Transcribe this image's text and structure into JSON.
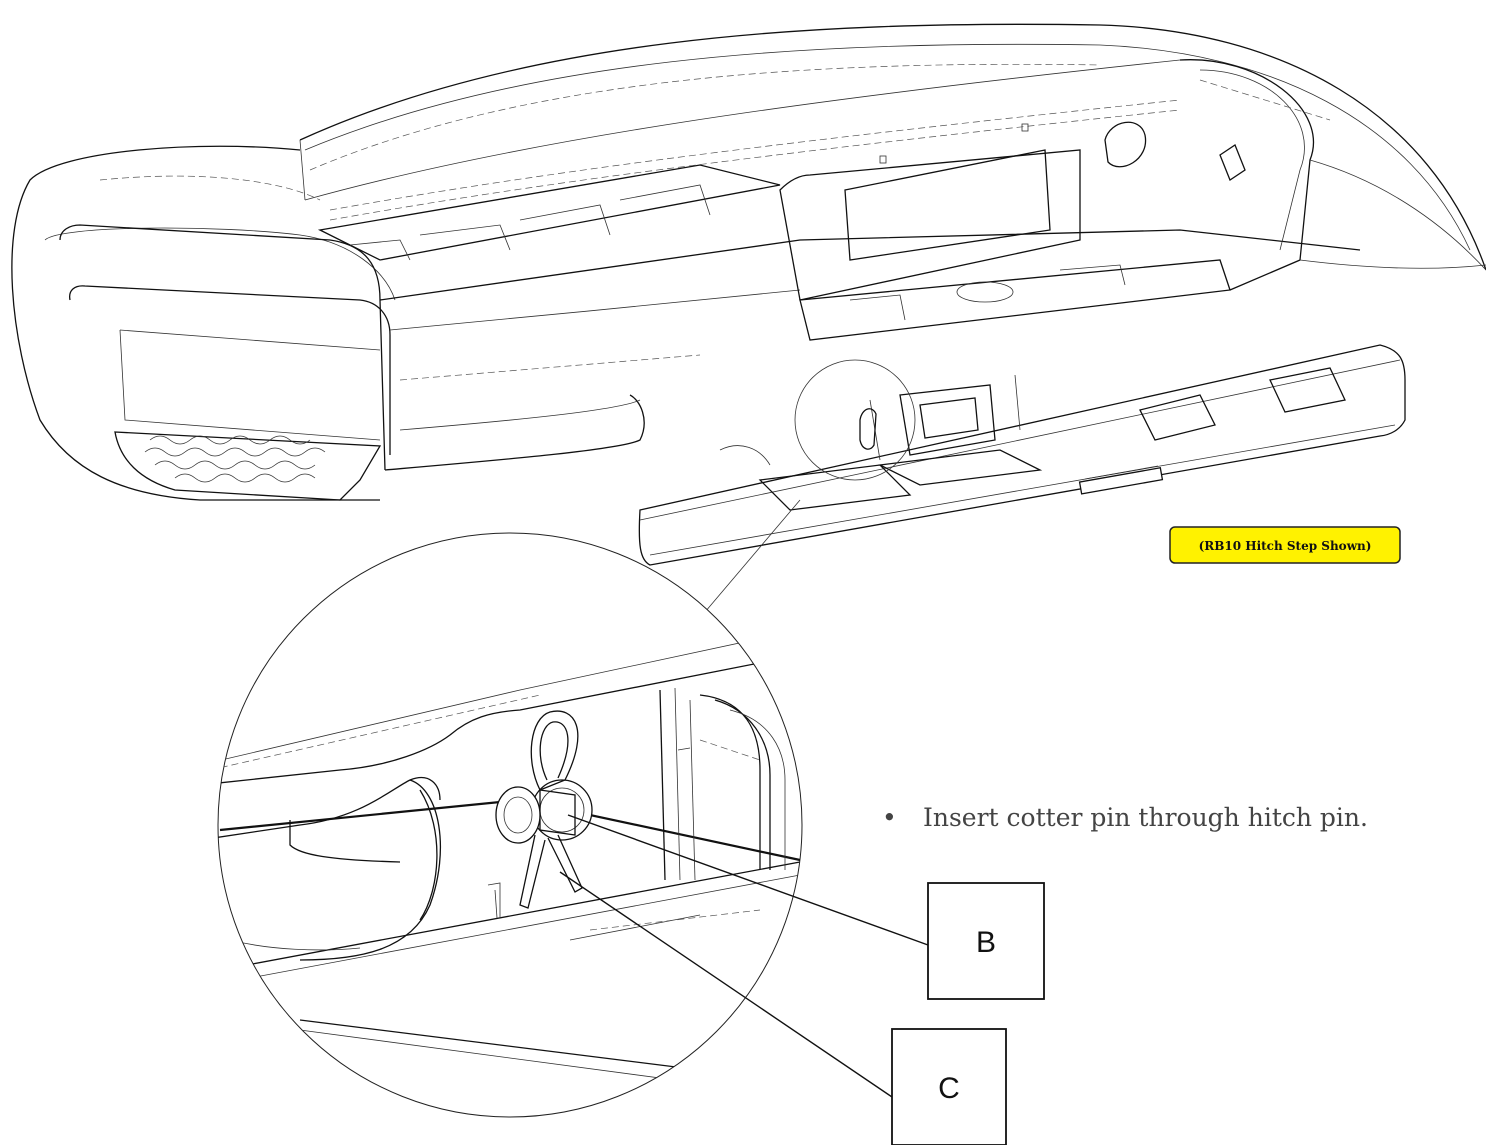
{
  "badge": {
    "label": "(RB10 Hitch Step Shown)",
    "fill_color": "#fff200"
  },
  "arrow": {
    "color": "#ffc000",
    "icon": "down-arrow-icon"
  },
  "instructions": [
    {
      "bullet": "•",
      "text": "Insert cotter pin through hitch pin."
    }
  ],
  "callouts": [
    {
      "label": "B"
    },
    {
      "label": "C"
    }
  ]
}
